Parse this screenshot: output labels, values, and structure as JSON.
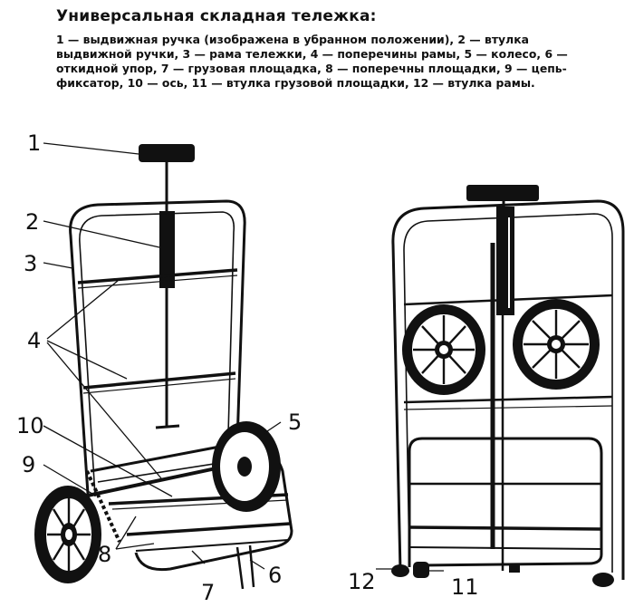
{
  "heading": "Универсальная складная тележка:",
  "caption": "1 — выдвижная ручка (изображена в убранном положении), 2 — втулка выдвижной ручки, 3 — рама тележки, 4 — поперечины рамы, 5 — колесо, 6 — откидной упор, 7 — грузовая площадка, 8 — поперечны площадки, 9 — цепь-фиксатор, 10 — ось, 11 — втулка грузовой площадки, 12 — втулка рамы.",
  "labels": {
    "l1": "1",
    "l2": "2",
    "l3": "3",
    "l4": "4",
    "l5": "5",
    "l6": "6",
    "l7": "7",
    "l8": "8",
    "l9": "9",
    "l10": "10",
    "l11": "11",
    "l12": "12"
  }
}
